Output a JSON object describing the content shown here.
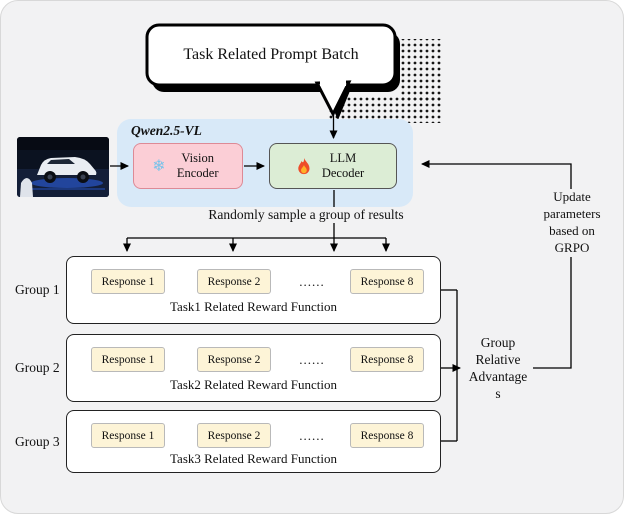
{
  "bubble": {
    "label": "Task Related Prompt Batch"
  },
  "model": {
    "title": "Qwen2.5-VL",
    "vision_encoder_label": "Vision Encoder",
    "llm_decoder_label": "LLM Decoder"
  },
  "icons": {
    "snowflake": "❄",
    "fire": "flame"
  },
  "sample_caption": "Randomly sample a group of results",
  "groups": [
    {
      "label": "Group 1",
      "responses": [
        "Response 1",
        "Response 2",
        "......",
        "Response 8"
      ],
      "reward_caption": "Task1 Related Reward Function"
    },
    {
      "label": "Group 2",
      "responses": [
        "Response 1",
        "Response 2",
        "......",
        "Response 8"
      ],
      "reward_caption": "Task2 Related Reward Function"
    },
    {
      "label": "Group 3",
      "responses": [
        "Response 1",
        "Response 2",
        "......",
        "Response 8"
      ],
      "reward_caption": "Task3 Related Reward Function"
    }
  ],
  "advantages_caption": "Group Relative Advantages",
  "update_caption": "Update parameters based on GRPO",
  "colors": {
    "canvas": "#f2f2f3",
    "model_panel": "#d8e9f8",
    "vision_encoder": "#fbced6",
    "llm_decoder": "#dcedd5",
    "response_box": "#fdf4d7",
    "arrow": "#000000"
  }
}
